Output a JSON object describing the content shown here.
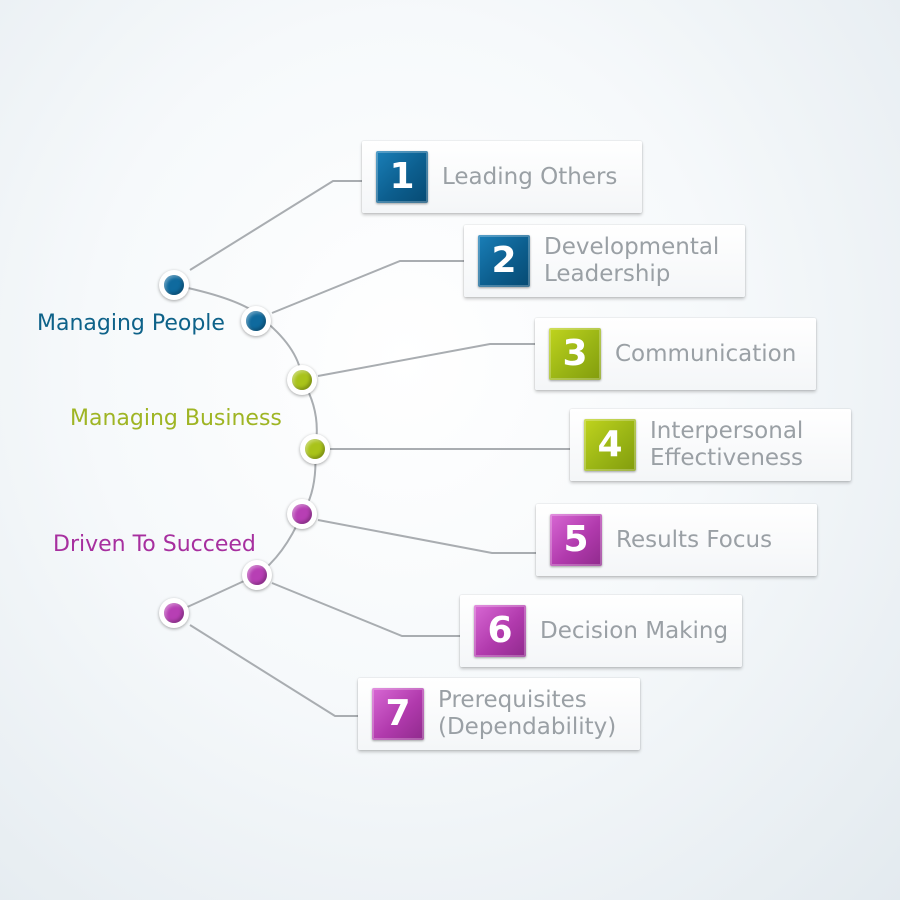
{
  "groups": [
    {
      "label": "Managing People",
      "color": "#0e6289"
    },
    {
      "label": "Managing Business",
      "color": "#9fb524"
    },
    {
      "label": "Driven To Succeed",
      "color": "#a72f9f"
    }
  ],
  "items": [
    {
      "number": "1",
      "label": "Leading Others",
      "group": "Managing People"
    },
    {
      "number": "2",
      "label": "Developmental\nLeadership",
      "group": "Managing People"
    },
    {
      "number": "3",
      "label": "Communication",
      "group": "Managing Business"
    },
    {
      "number": "4",
      "label": "Interpersonal\nEffectiveness",
      "group": "Managing Business"
    },
    {
      "number": "5",
      "label": "Results Focus",
      "group": "Driven To Succeed"
    },
    {
      "number": "6",
      "label": "Decision Making",
      "group": "Driven To Succeed"
    },
    {
      "number": "7",
      "label": "Prerequisites\n(Dependability)",
      "group": "Driven To Succeed"
    }
  ],
  "colors": {
    "line": "#a9adb1",
    "card_text": "#9aa0a5",
    "blue": "#0f6a9e",
    "green": "#a9c31a",
    "purple": "#b73fb4"
  }
}
